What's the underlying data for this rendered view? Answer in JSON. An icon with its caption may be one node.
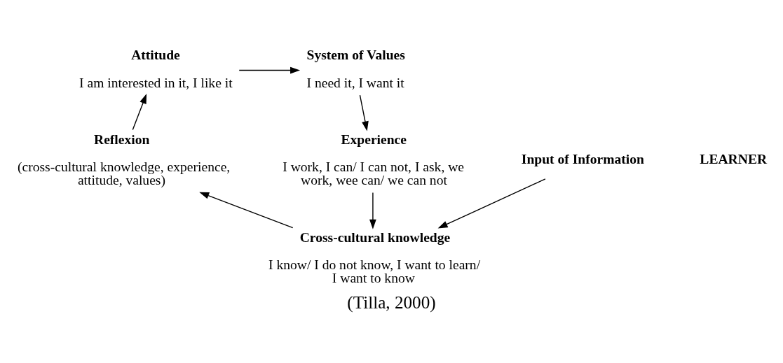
{
  "diagram": {
    "caption": "(Tilla, 2000)",
    "nodes": [
      {
        "text": [
          "System of Values",
          "I need it, I want it"
        ]
      },
      {
        "text": [
          "Attitude",
          "I am interested in it, I like it"
        ]
      },
      {
        "text": [
          "Experience",
          "I work, I can/ I can not, I ask, we work, wee can/ we can not"
        ]
      },
      {
        "text": [
          "Reflexion",
          "(cross-cultural knowledge, experience, attitude, values)"
        ]
      },
      {
        "text": [
          "Cross-cultural knowledge",
          "I know/ I do not know, I want to learn/ I want to know"
        ]
      },
      {
        "text": [
          "Input of Information"
        ]
      }
    ],
    "edges": [
      {
        "from": 1,
        "to": 0,
        "arrow": "to"
      },
      {
        "from": 0,
        "to": 2,
        "arrow": "to"
      },
      {
        "from": 2,
        "to": 4,
        "arrow": "to"
      },
      {
        "from": 4,
        "to": 3,
        "arrow": "to"
      },
      {
        "from": 3,
        "to": 1,
        "arrow": "to"
      },
      {
        "from": 5,
        "to": 4,
        "arrow": "to"
      }
    ],
    "labels": [
      "LEARNER"
    ]
  }
}
